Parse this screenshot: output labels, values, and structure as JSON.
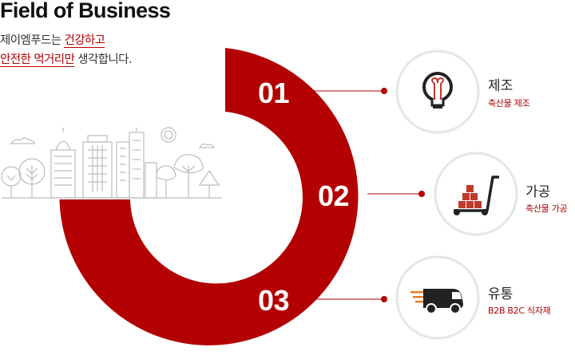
{
  "title": "Field of Business",
  "description": {
    "line1_prefix": "제이엠푸드는 ",
    "line1_highlight": "건강하고",
    "line2_highlight": "안전한 먹거리만",
    "line2_suffix": " 생각합니다."
  },
  "colors": {
    "accent": "#b30000",
    "circle_border": "#e6e6e6",
    "icon": "#222222",
    "city_outline": "#bcbcbc"
  },
  "sections": [
    {
      "number": "01",
      "title": "제조",
      "subtitle": "축산물 제조",
      "icon": "lightbulb-icon"
    },
    {
      "number": "02",
      "title": "가공",
      "subtitle": "축산물 가공",
      "icon": "hand-truck-icon"
    },
    {
      "number": "03",
      "title": "유통",
      "subtitle": "B2B B2C 식자재",
      "icon": "delivery-truck-icon"
    }
  ]
}
